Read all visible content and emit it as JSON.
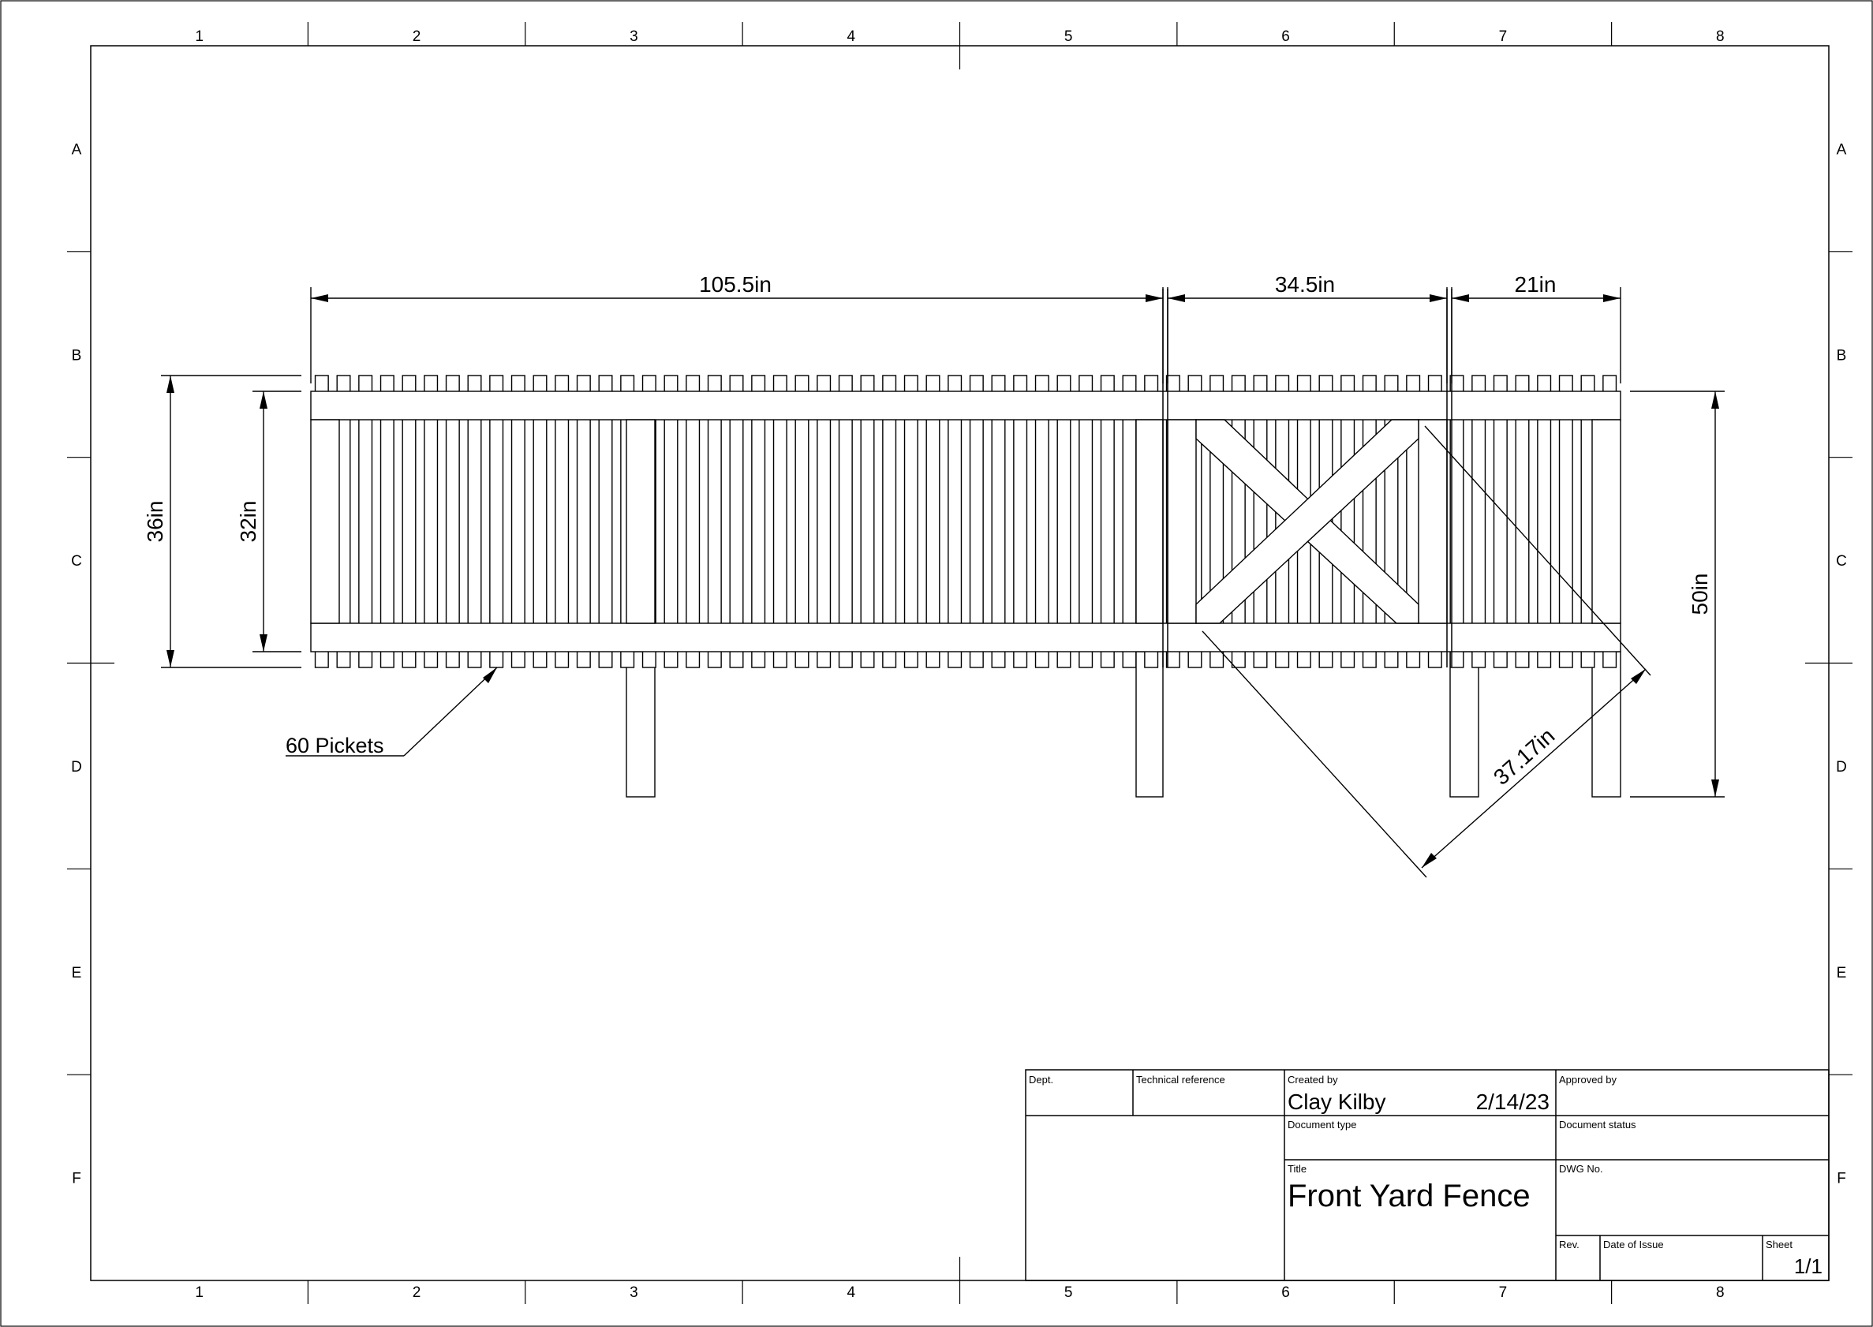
{
  "drawing": {
    "grid": {
      "columns": [
        "1",
        "2",
        "3",
        "4",
        "5",
        "6",
        "7",
        "8"
      ],
      "rows": [
        "A",
        "B",
        "C",
        "D",
        "E",
        "F"
      ]
    },
    "dimensions": {
      "section_1_width": "105.5in",
      "section_2_width": "34.5in",
      "section_3_width": "21in",
      "overall_picket_height": "36in",
      "inner_height": "32in",
      "total_height": "50in",
      "brace_length": "37.17in"
    },
    "callout": {
      "label": "60 Pickets"
    }
  },
  "title_block": {
    "dept_label": "Dept.",
    "dept_value": "",
    "tech_ref_label": "Technical reference",
    "tech_ref_value": "",
    "created_by_label": "Created by",
    "created_by_value": "Clay Kilby",
    "created_date": "2/14/23",
    "approved_by_label": "Approved by",
    "approved_by_value": "",
    "doc_type_label": "Document type",
    "doc_type_value": "",
    "doc_status_label": "Document status",
    "doc_status_value": "",
    "title_label": "Title",
    "title_value": "Front Yard Fence",
    "dwg_no_label": "DWG No.",
    "dwg_no_value": "",
    "rev_label": "Rev.",
    "rev_value": "",
    "date_issue_label": "Date of Issue",
    "date_issue_value": "",
    "sheet_label": "Sheet",
    "sheet_value": "1/1"
  }
}
